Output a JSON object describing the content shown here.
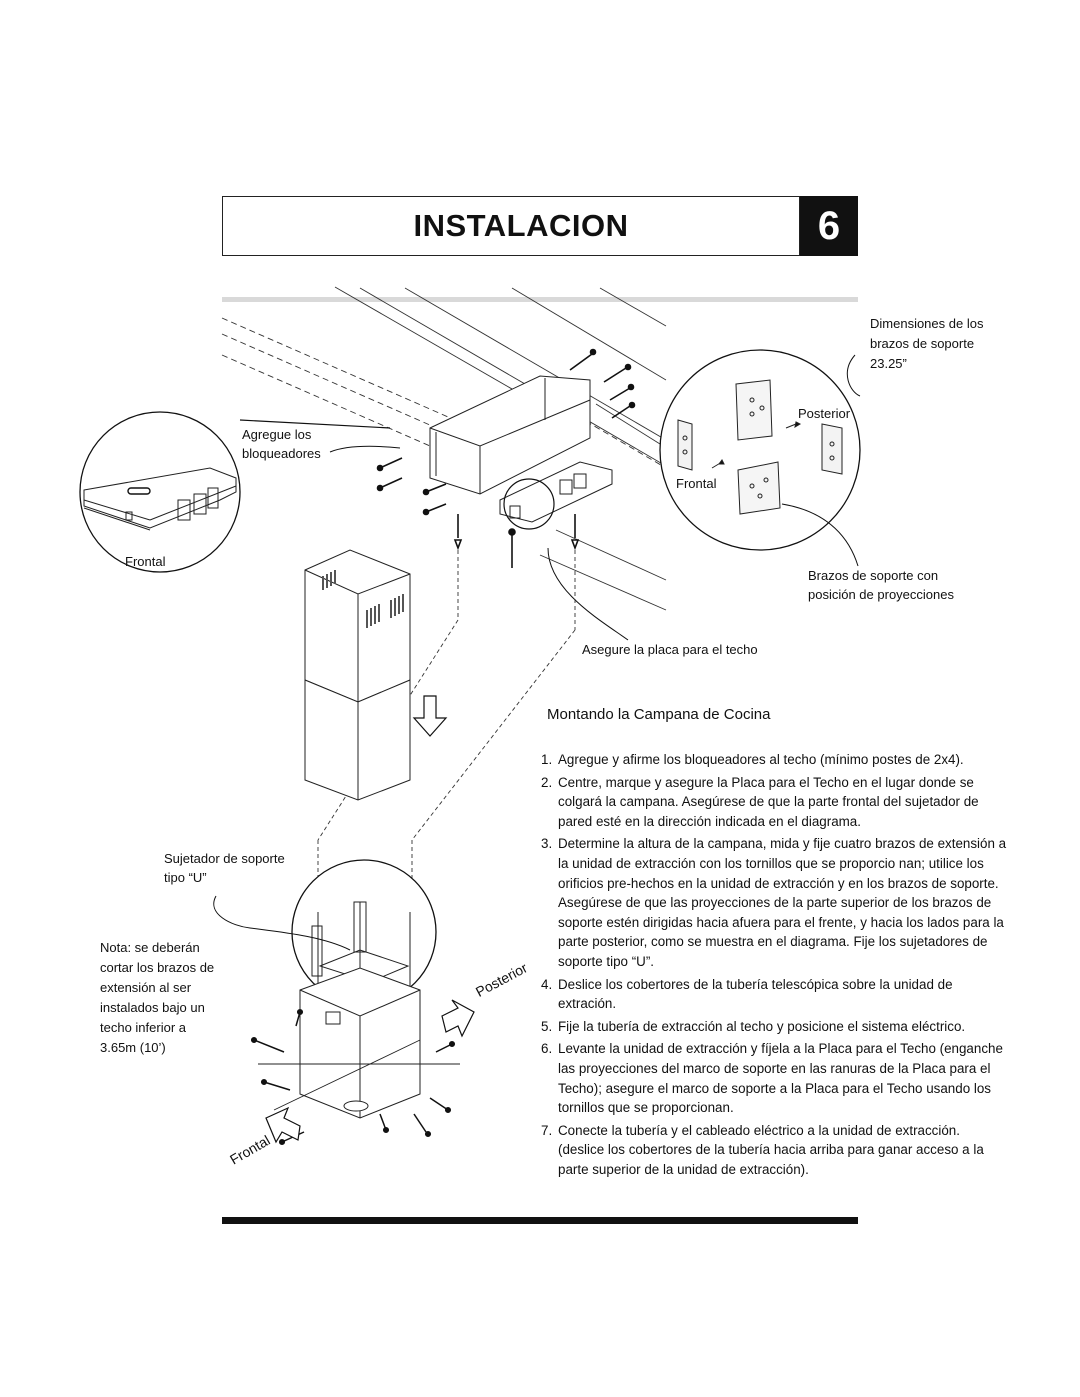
{
  "header": {
    "title": "INSTALACION",
    "number": "6"
  },
  "labels": {
    "agregue_line1": "Agregue los",
    "agregue_line2": "bloqueadores",
    "frontal_left": "Frontal",
    "dimensiones_line1": "Dimensiones de los",
    "dimensiones_line2": "brazos de soporte",
    "dimensiones_line3": "23.25”",
    "posterior_bracket": "Posterior",
    "frontal_bracket": "Frontal",
    "brazos_line1": "Brazos de soporte con",
    "brazos_line2": "posición de proyecciones",
    "asegure": "Asegure la placa para el techo",
    "sujetador_line1": "Sujetador de soporte",
    "sujetador_line2": "tipo “U”",
    "nota_lines": [
      "Nota: se deberán",
      "cortar los brazos de",
      "extensión al ser",
      "instalados bajo un",
      "techo inferior a",
      "3.65m (10’)"
    ],
    "posterior_rot": "Posterior",
    "frontal_rot": "Frontal"
  },
  "section": {
    "title": "Montando la Campana de Cocina",
    "steps": [
      {
        "num": "1.",
        "text": "Agregue y afirme los bloqueadores al techo (mínimo postes de 2x4)."
      },
      {
        "num": "2.",
        "text": "Centre, marque y asegure la Placa para el Techo en el lugar donde se colgará la campana. Asegúrese de que la parte frontal del sujetador de pared esté en la dirección indicada en el diagrama."
      },
      {
        "num": "3.",
        "text": "Determine la altura de la campana, mida y fije cuatro brazos de extensión a la unidad de extracción con los tornillos que se proporcio nan; utilice los orificios pre-hechos en la unidad de extracción y en los brazos de soporte. Asegúrese de que las proyecciones de la parte superior de los brazos de soporte estén dirigidas hacia afuera para el frente, y hacia los lados para la parte posterior, como se muestra en el diagrama. Fije los sujetadores de soporte tipo “U”."
      },
      {
        "num": "4.",
        "text": "Deslice los cobertores de la tubería telescópica sobre la unidad de extración."
      },
      {
        "num": "5.",
        "text": "Fije la tubería de extracción al techo y posicione el sistema eléctrico."
      },
      {
        "num": "6.",
        "text": "Levante la unidad de extracción y fíjela a la Placa para el Techo (enganche las proyecciones del marco de soporte en las ranuras de la Placa para el Techo); asegure el marco de soporte a la Placa para el Techo usando los tornillos que se proporcionan."
      },
      {
        "num": "7.",
        "text": "Conecte la tubería y el cableado eléctrico a la unidad de extracción. (deslice los cobertores de la tubería hacia arriba para ganar acceso a la parte superior de la unidad de extracción)."
      }
    ]
  }
}
